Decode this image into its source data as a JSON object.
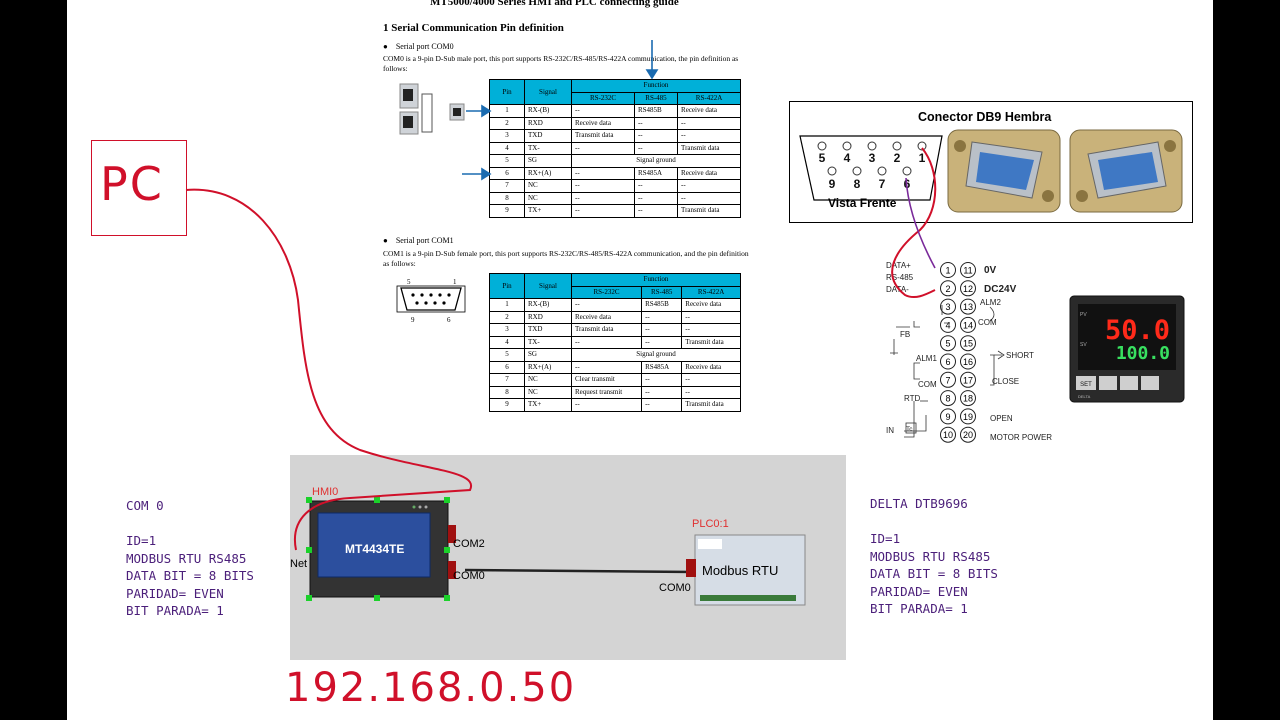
{
  "document": {
    "title": "MT5000/4000 Series HMI and PLC connecting guide",
    "section_title": "1 Serial Communication Pin definition",
    "com0": {
      "bullet": "Serial port COM0",
      "desc": "COM0 is a 9-pin D-Sub male port, this port supports RS-232C/RS-485/RS-422A communication, the pin definition as follows:"
    },
    "com1": {
      "bullet": "Serial port COM1",
      "desc": "COM1 is a 9-pin D-Sub female port, this port supports RS-232C/RS-485/RS-422A communication, and the pin definition as follows:"
    },
    "table_headers": {
      "pin": "Pin",
      "signal": "Signal",
      "function": "Function",
      "rs232": "RS-232C",
      "rs485": "RS-485",
      "rs422": "RS-422A"
    },
    "table_com0": [
      [
        "1",
        "RX-(B)",
        "--",
        "RS485B",
        "Receive data"
      ],
      [
        "2",
        "RXD",
        "Receive data",
        "--",
        "--"
      ],
      [
        "3",
        "TXD",
        "Transmit data",
        "--",
        "--"
      ],
      [
        "4",
        "TX-",
        "--",
        "--",
        "Transmit data"
      ],
      [
        "5",
        "SG",
        "Signal ground",
        "",
        ""
      ],
      [
        "6",
        "RX+(A)",
        "--",
        "RS485A",
        "Receive data"
      ],
      [
        "7",
        "NC",
        "--",
        "--",
        "--"
      ],
      [
        "8",
        "NC",
        "--",
        "--",
        "--"
      ],
      [
        "9",
        "TX+",
        "--",
        "--",
        "Transmit data"
      ]
    ],
    "table_com1": [
      [
        "1",
        "RX-(B)",
        "--",
        "RS485B",
        "Receive data"
      ],
      [
        "2",
        "RXD",
        "Receive data",
        "--",
        "--"
      ],
      [
        "3",
        "TXD",
        "Transmit data",
        "--",
        "--"
      ],
      [
        "4",
        "TX-",
        "--",
        "--",
        "Transmit data"
      ],
      [
        "5",
        "SG",
        "Signal ground",
        "",
        ""
      ],
      [
        "6",
        "RX+(A)",
        "--",
        "RS485A",
        "Receive data"
      ],
      [
        "7",
        "NC",
        "Clear transmit",
        "--",
        "--"
      ],
      [
        "8",
        "NC",
        "Request transmit",
        "--",
        "--"
      ],
      [
        "9",
        "TX+",
        "--",
        "--",
        "Transmit data"
      ]
    ],
    "connector_pins": {
      "top_left": "5",
      "top_right": "1",
      "bottom_left": "9",
      "bottom_right": "6"
    }
  },
  "db9": {
    "title": "Conector DB9 Hembra",
    "front_label": "Vista Frente",
    "top_pins": [
      "5",
      "4",
      "3",
      "2",
      "1"
    ],
    "bottom_pins": [
      "9",
      "8",
      "7",
      "6"
    ]
  },
  "terminals": {
    "left": [
      "1",
      "2",
      "3",
      "4",
      "5",
      "6",
      "7",
      "8",
      "9",
      "10"
    ],
    "right": [
      "11",
      "12",
      "13",
      "14",
      "15",
      "16",
      "17",
      "18",
      "19",
      "20"
    ],
    "labels": {
      "data_plus": "DATA+",
      "rs485": "RS-485",
      "data_minus": "DATA-",
      "v0": "0V",
      "dc24v": "DC24V",
      "alm2": "ALM2",
      "com_a": "COM",
      "fb": "FB",
      "alm1": "ALM1",
      "com_b": "COM",
      "short": "SHORT",
      "close": "CLOSE",
      "rtd": "RTD",
      "open": "OPEN",
      "in": "IN",
      "tc": "Tc",
      "motor_power": "MOTOR POWER"
    }
  },
  "controller": {
    "pv": "50.0",
    "sv": "100.0",
    "pv_label": "PV",
    "sv_label": "SV",
    "set_label": "SET",
    "brand": "DELTA"
  },
  "handwritten": {
    "pc": "PC",
    "ip": "192.168.0.50",
    "left_notes": [
      "COM 0",
      "",
      "ID=1",
      "MODBUS RTU RS485",
      "DATA BIT = 8 BITS",
      "PARIDAD= EVEN",
      "BIT PARADA= 1"
    ],
    "right_notes": [
      "DELTA DTB9696",
      "",
      "ID=1",
      "MODBUS RTU RS485",
      "DATA BIT = 8 BITS",
      "PARIDAD= EVEN",
      "BIT PARADA= 1"
    ]
  },
  "hmi_project": {
    "hmi_tag": "HMI0",
    "hmi_model": "MT4434TE",
    "net_label": "Net",
    "com2_label": "COM2",
    "com0_label": "COM0",
    "plc_tag": "PLC0:1",
    "plc_name": "Modbus RTU",
    "plc_com0_label": "COM0"
  },
  "colors": {
    "table_header": "#00b0d8",
    "handwriting_red": "#d0102a",
    "handwriting_purple": "#4b1f7a",
    "hmi_screen": "#2c4f9e",
    "arrow_blue": "#1a6bb0"
  }
}
